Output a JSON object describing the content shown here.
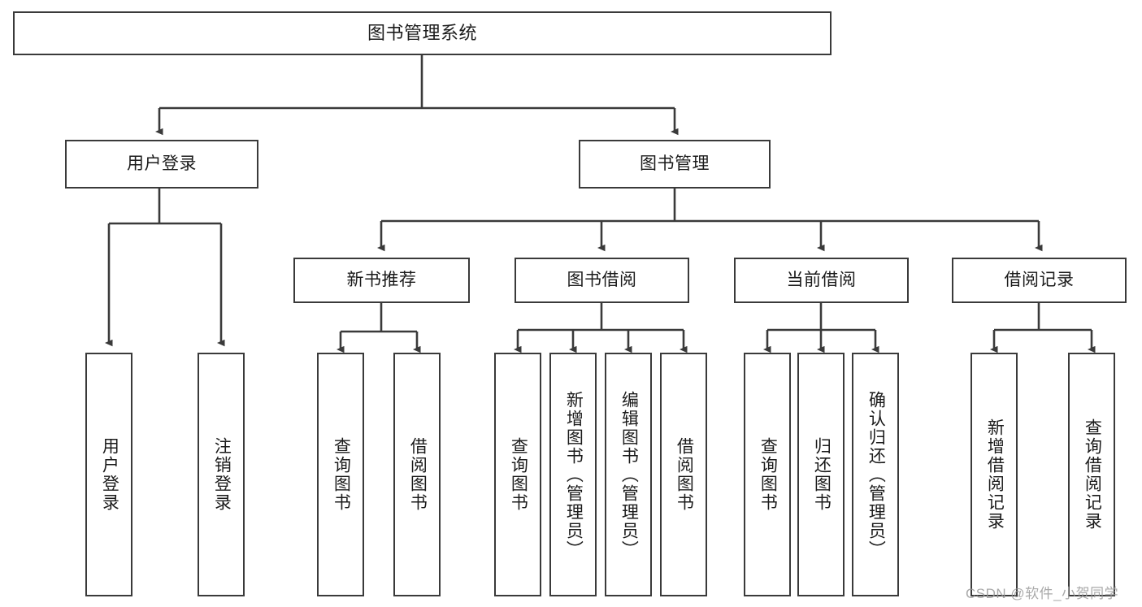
{
  "diagram": {
    "type": "tree-hierarchy-chart",
    "title": "图书管理系统",
    "background_color": "#ffffff",
    "border_color": "#3a3a3a",
    "text_color": "#1b1b1b",
    "nodes": {
      "root": {
        "label": "图书管理系统"
      },
      "level2": [
        {
          "id": "user-login",
          "label": "用户登录"
        },
        {
          "id": "book-management",
          "label": "图书管理"
        }
      ],
      "level3": [
        {
          "id": "new-book-recommend",
          "label": "新书推荐"
        },
        {
          "id": "book-borrow",
          "label": "图书借阅"
        },
        {
          "id": "current-borrow",
          "label": "当前借阅"
        },
        {
          "id": "borrow-record",
          "label": "借阅记录"
        }
      ],
      "leaves": {
        "user_login": [
          {
            "id": "leaf-user-login",
            "label": "用户登录"
          },
          {
            "id": "leaf-logout-login",
            "label": "注销登录"
          }
        ],
        "new_book_recommend": [
          {
            "id": "leaf-query-book-1",
            "label": "查询图书"
          },
          {
            "id": "leaf-borrow-book-1",
            "label": "借阅图书"
          }
        ],
        "book_borrow": [
          {
            "id": "leaf-query-book-2",
            "label": "查询图书"
          },
          {
            "id": "leaf-add-book-admin",
            "label": "新增图书（管理员）"
          },
          {
            "id": "leaf-edit-book-admin",
            "label": "编辑图书（管理员）"
          },
          {
            "id": "leaf-borrow-book-2",
            "label": "借阅图书"
          }
        ],
        "current_borrow": [
          {
            "id": "leaf-query-book-3",
            "label": "查询图书"
          },
          {
            "id": "leaf-return-book",
            "label": "归还图书"
          },
          {
            "id": "leaf-confirm-return-admin",
            "label": "确认归还（管理员）"
          }
        ],
        "borrow_record": [
          {
            "id": "leaf-add-borrow-record",
            "label": "新增借阅记录"
          },
          {
            "id": "leaf-query-borrow-record",
            "label": "查询借阅记录"
          }
        ]
      }
    },
    "watermark": "CSDN @软件_小贺同学"
  }
}
